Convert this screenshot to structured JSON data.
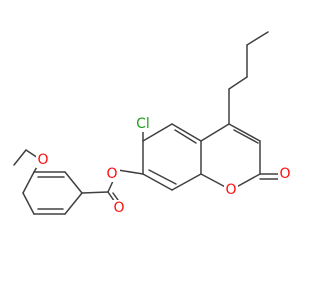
{
  "molecule": {
    "atoms": [
      {
        "id": "cl",
        "symbol": "Cl",
        "color": "#22a022"
      },
      {
        "id": "o-ester",
        "symbol": "O",
        "color": "#ff0d0d"
      },
      {
        "id": "o-ring",
        "symbol": "O",
        "color": "#ff0d0d"
      },
      {
        "id": "o-lactone-carbonyl",
        "symbol": "O",
        "color": "#ff0d0d"
      },
      {
        "id": "o-ester-carbonyl",
        "symbol": "O",
        "color": "#ff0d0d"
      },
      {
        "id": "o-methoxy",
        "symbol": "O",
        "color": "#ff0d0d"
      }
    ],
    "bond_color": "#404040",
    "background": "#ffffff"
  }
}
